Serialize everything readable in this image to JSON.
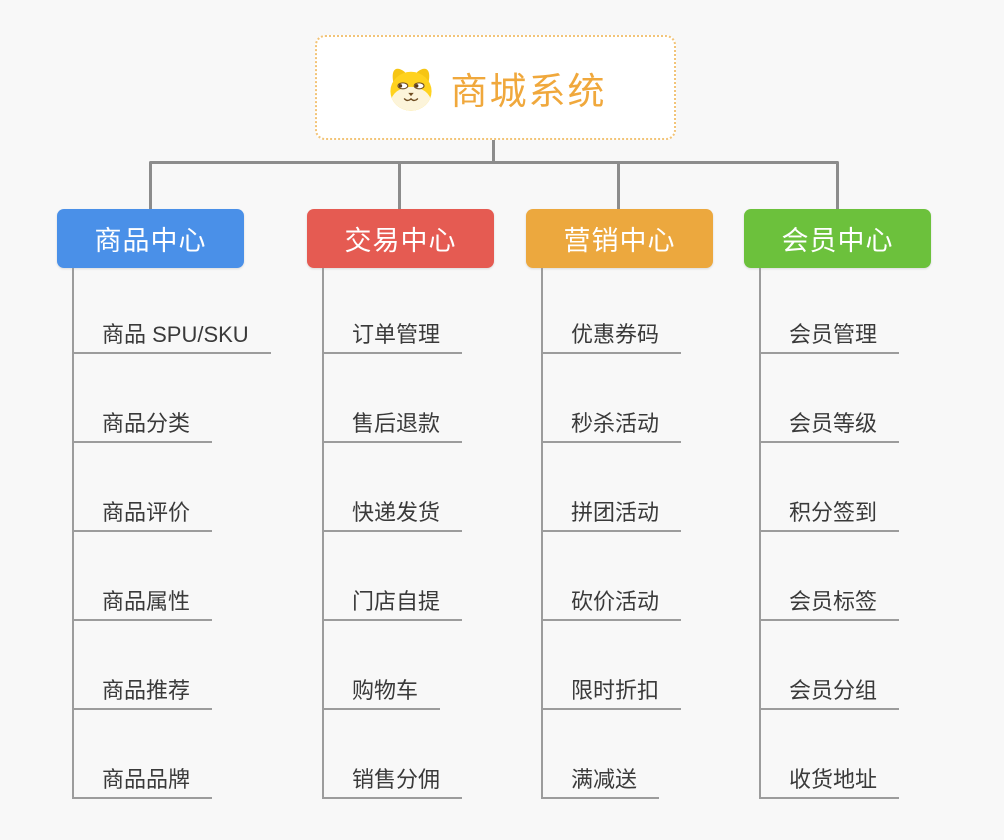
{
  "root": {
    "title": "商城系统",
    "icon": "dog-face-icon",
    "title_color": "#F0A83C",
    "border_color": "#F2C478"
  },
  "branches": [
    {
      "label": "商品中心",
      "color": "#4A90E8",
      "children": [
        "商品 SPU/SKU",
        "商品分类",
        "商品评价",
        "商品属性",
        "商品推荐",
        "商品品牌"
      ]
    },
    {
      "label": "交易中心",
      "color": "#E55B52",
      "children": [
        "订单管理",
        "售后退款",
        "快递发货",
        "门店自提",
        "购物车",
        "销售分佣"
      ]
    },
    {
      "label": "营销中心",
      "color": "#ECA83E",
      "children": [
        "优惠券码",
        "秒杀活动",
        "拼团活动",
        "砍价活动",
        "限时折扣",
        "满减送"
      ]
    },
    {
      "label": "会员中心",
      "color": "#6CC13C",
      "children": [
        "会员管理",
        "会员等级",
        "积分签到",
        "会员标签",
        "会员分组",
        "收货地址"
      ]
    }
  ],
  "colors": {
    "background": "#F8F8F8",
    "connector": "#8C8C8C",
    "leaf_line": "#9C9C9C",
    "leaf_text": "#3A3A3A"
  }
}
